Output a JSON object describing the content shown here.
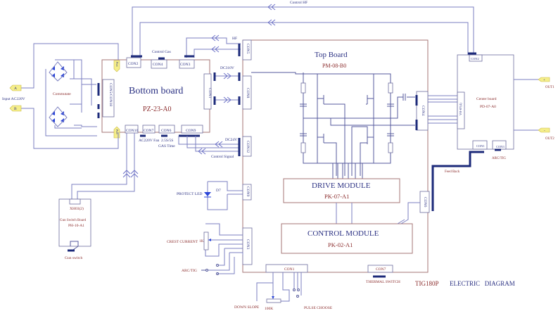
{
  "title": {
    "model": "TIG180P",
    "text": "ELECTRIC   DIAGRAM"
  },
  "input": {
    "a": "A",
    "b": "B",
    "label": "Input  AC220V"
  },
  "bridge": {
    "label": "Commutate"
  },
  "bottom_board": {
    "title": "Bottom   board",
    "code": "PZ-23-A0",
    "port": "Port",
    "connectors": [
      "CON2",
      "CON4",
      "CON3",
      "CON5/CON18",
      "CON1",
      "CON10",
      "CON7",
      "CON6",
      "CON9"
    ],
    "labels": {
      "control_gas": "Control   Gas",
      "ac220v_fan": "AC220V  Fan",
      "gas_time": "2.5S/5S",
      "gas_time2": "GAS   Time"
    }
  },
  "top_board": {
    "title": "Top   Board",
    "code": "PM-08-B0",
    "connectors": [
      "CON5",
      "CON8",
      "CON12",
      "CON9",
      "CON3",
      "CON4",
      "CON6",
      "CON1",
      "CON7"
    ]
  },
  "signals": {
    "control_hf": "Control   HF",
    "hf": "HF",
    "dc310v": "DC310V",
    "dc24v": "DC24V",
    "control_signal": "Control   Signal",
    "feed_back": "Feed Back"
  },
  "drive_module": {
    "title": "DRIVE MODULE",
    "code": "PK-07-A1"
  },
  "control_module": {
    "title": "CONTROL MODULE",
    "code": "PK-02-A1"
  },
  "center_board": {
    "title": "Center    board",
    "code": "PD-07-A0",
    "con": "VH-07(4)",
    "con2": "CON2",
    "con1": "CON1",
    "con3": "CON3",
    "arc_tig": "ARC/TIG"
  },
  "outputs": {
    "plus": "+",
    "minus": "-",
    "out1": "OUT1",
    "out2": "OUT2"
  },
  "gun_switch_board": {
    "con": "XH03(2)",
    "title": "Gun  Switch   Board",
    "code": "PH-10-A1",
    "switch": "Gun switch"
  },
  "controls": {
    "protect_led": "PROTECT   LED",
    "d7": "D7",
    "crest_current": "CREST  CURRENT",
    "r1k": "1K",
    "arc_tig": "ARC/TIG",
    "down_slope": "DOWN SLOPE",
    "r100k": "100K",
    "pulse_choose": "PULSE   CHOOSE",
    "thermal_switch": "THERMAL  SWITCH"
  },
  "colors": {
    "wire": "#7b7fc0",
    "board": "#a67676",
    "heading": "#2b3183",
    "code": "#8a2b2b",
    "tag": "#f5ee8a"
  }
}
